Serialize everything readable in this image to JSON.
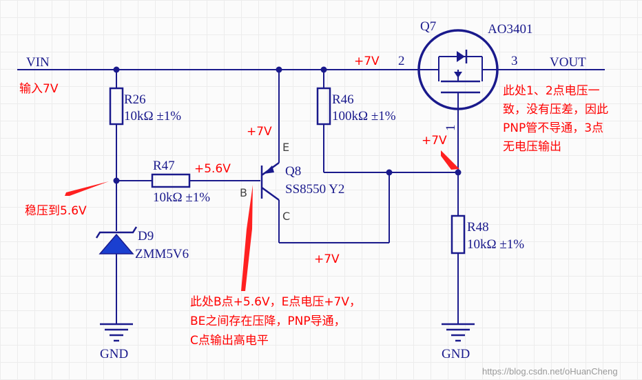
{
  "nets": {
    "vin": "VIN",
    "vout": "VOUT",
    "gnd_left": "GND",
    "gnd_right": "GND"
  },
  "components": {
    "q7": {
      "ref": "Q7",
      "part": "AO3401",
      "pin1": "1",
      "pin2": "2",
      "pin3": "3"
    },
    "q8": {
      "ref": "Q8",
      "part": "SS8550 Y2",
      "pin_e": "E",
      "pin_b": "B",
      "pin_c": "C"
    },
    "r26": {
      "ref": "R26",
      "value": "10kΩ ±1%"
    },
    "r46": {
      "ref": "R46",
      "value": "100kΩ ±1%"
    },
    "r47": {
      "ref": "R47",
      "value": "10kΩ ±1%"
    },
    "r48": {
      "ref": "R48",
      "value": "10kΩ ±1%"
    },
    "d9": {
      "ref": "D9",
      "part": "ZMM5V6"
    }
  },
  "annotations": {
    "input_7v": "输入7V",
    "top_7v": "+7V",
    "emitter_7v": "+7V",
    "gate_7v": "+7V",
    "base_56v": "+5.6V",
    "collector_7v": "+7V",
    "regulate": "稳压到5.6V",
    "q7_note": [
      "此处1、2点电压一",
      "致，没有压差，因此",
      "PNP管不导通，3点",
      "无电压输出"
    ],
    "q8_note": [
      "此处B点+5.6V，E点电压+7V，",
      "BE之间存在压降，PNP导通，",
      "C点输出高电平"
    ]
  },
  "watermark": "https://blog.csdn.net/oHuanCheng",
  "colors": {
    "wire": "#1a1a8c",
    "annotation": "#ff0000",
    "grid": "#ececec"
  }
}
